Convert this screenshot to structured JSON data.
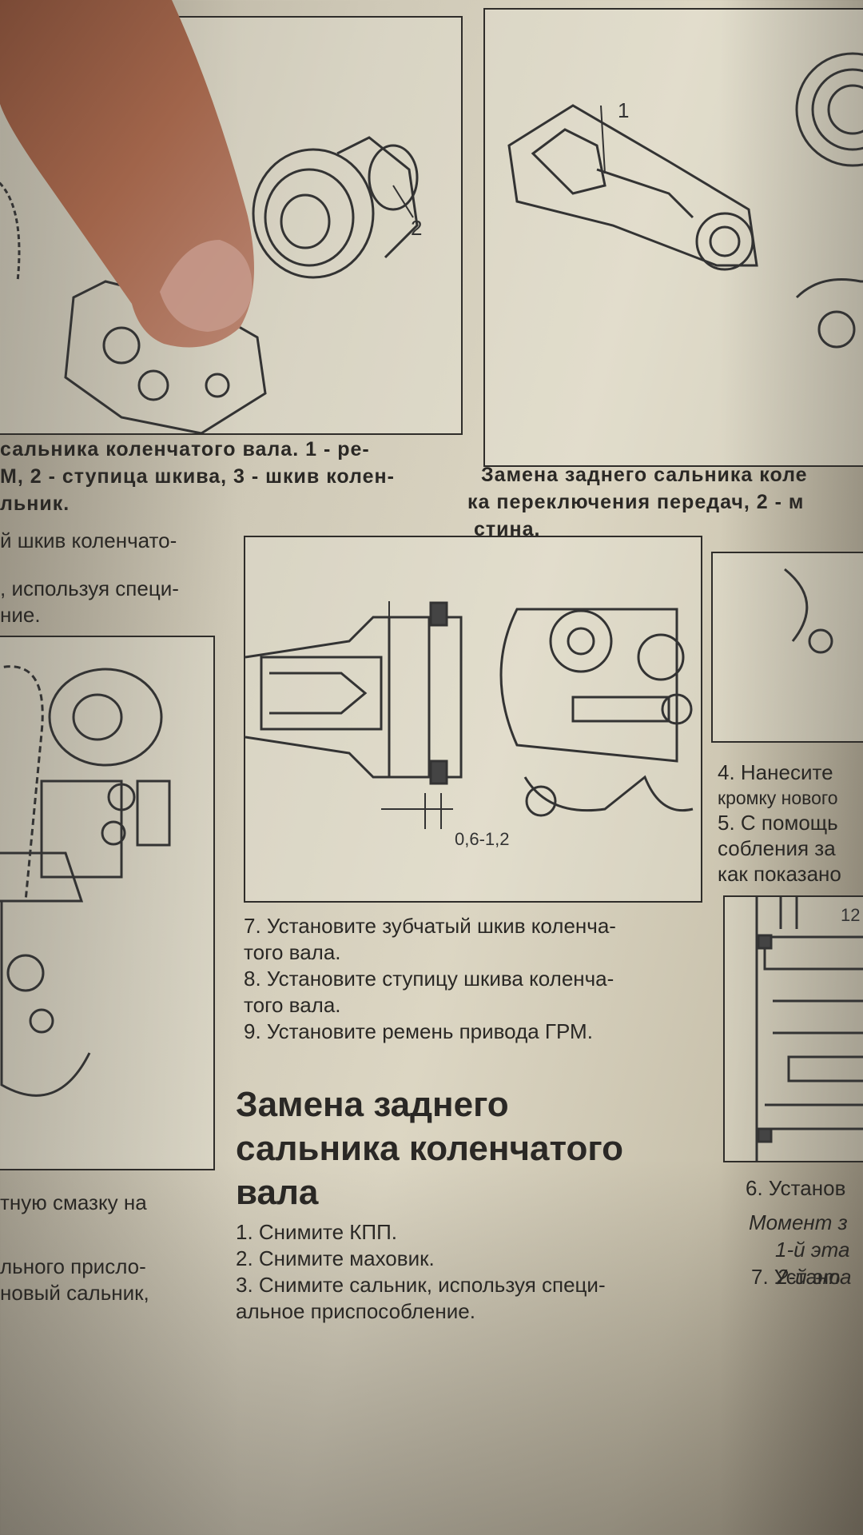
{
  "photo": {
    "subject": "",
    "top_left_figure": {
      "label_2": "2",
      "caption_lines": [
        "сальника коленчатого вала. 1 - ре-",
        "М, 2 - ступица шкива, 3 - шкив колен-",
        "льник."
      ]
    },
    "top_right_figure": {
      "label_1": "1",
      "caption_lines": [
        "Замена заднего сальника коле",
        "ка переключения передач, 2 - м",
        "стина."
      ]
    },
    "left_column_top": [
      "й шкив коленчато-",
      ", используя специ-",
      "ние."
    ],
    "left_column_bottom": [
      "тную смазку на",
      "льного присло-",
      "новый сальник,"
    ],
    "center_figure": {
      "dimension": "0,6-1,2"
    },
    "steps_after_figure": [
      "7. Установите зубчатый шкив коленча-",
      "того вала.",
      "8. Установите ступицу шкива коленча-",
      "того вала.",
      "9. Установите ремень привода ГРМ."
    ],
    "section_heading": [
      "Замена заднего",
      "сальника коленчатого",
      "вала"
    ],
    "section_steps": [
      "1. Снимите КПП.",
      "2. Снимите маховик.",
      "3. Снимите сальник, используя специ-",
      "альное приспособление."
    ],
    "right_column_mid": [
      "4. Нанесите",
      "кромку нового",
      "5. С помощь",
      "собления за",
      "как показано"
    ],
    "right_figure_dimension": "12",
    "right_column_bottom": [
      "6. Установ",
      "Момент з",
      "1-й эта",
      "2-й эта",
      "7. Устано"
    ]
  }
}
